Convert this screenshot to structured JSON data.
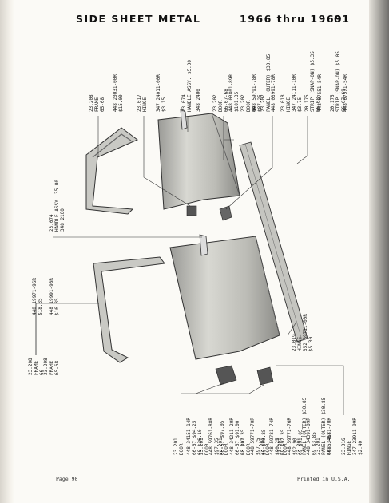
{
  "header": {
    "title": "SIDE SHEET METAL",
    "years": "1966 thru 1969",
    "section": "01"
  },
  "footer": {
    "page": "Page 90",
    "printed": "Printed in U.S.A."
  },
  "labels": [
    {
      "id": "l01",
      "lines": [
        "23.208",
        "FRAME",
        "65-68"
      ]
    },
    {
      "id": "l02",
      "lines": [
        "448 20031-00R",
        "$15.00"
      ]
    },
    {
      "id": "l03",
      "lines": [
        "23.017",
        "HINGE"
      ]
    },
    {
      "id": "l04",
      "lines": [
        "347 24011-00R",
        "$3.15"
      ]
    },
    {
      "id": "l05",
      "lines": [
        "23.074",
        "HANDLE ASSY. $5.00"
      ]
    },
    {
      "id": "l06",
      "lines": [
        "348 2400"
      ]
    },
    {
      "id": "l07",
      "lines": [
        "23.202",
        "DOOR",
        "66-67-68"
      ]
    },
    {
      "id": "l08",
      "lines": [
        "448 03801-89R",
        "$101.35"
      ]
    },
    {
      "id": "l09",
      "lines": [
        "23.202",
        "DOOR",
        "69"
      ]
    },
    {
      "id": "l10",
      "lines": [
        "448 59791-78R",
        "$87.25"
      ]
    },
    {
      "id": "l11",
      "lines": [
        "23.202",
        "PANEL (OUTER) $30.85"
      ]
    },
    {
      "id": "l12",
      "lines": [
        "448 03991-78R"
      ]
    },
    {
      "id": "l13",
      "lines": [
        "23.018",
        "HINGE"
      ]
    },
    {
      "id": "l14",
      "lines": [
        "347 24111-10R",
        "$3.75"
      ]
    },
    {
      "id": "l15",
      "lines": [
        "20.175",
        "STRIP (SNAP-ON) $5.35",
        "66-68"
      ]
    },
    {
      "id": "l16",
      "lines": [
        "448 07551-54R"
      ]
    },
    {
      "id": "l17",
      "lines": [
        "20.175",
        "STRIP (SNAP-ON) $5.05",
        "66-67-69"
      ]
    },
    {
      "id": "l18",
      "lines": [
        "448 07571-54R"
      ]
    },
    {
      "id": "l19",
      "lines": [
        "23.074",
        "HANDLE ASSY. 35.00"
      ]
    },
    {
      "id": "l20",
      "lines": [
        "348 2100"
      ]
    },
    {
      "id": "l21",
      "lines": [
        "448 19971-96R",
        "$18.35"
      ]
    },
    {
      "id": "l22",
      "lines": [
        "448 19991-98R",
        "$16.35"
      ]
    },
    {
      "id": "l23",
      "lines": [
        "23.208",
        "FRAME",
        "66"
      ]
    },
    {
      "id": "l24",
      "lines": [
        "23.208",
        "FRAME",
        "65-68"
      ]
    },
    {
      "id": "l25",
      "lines": [
        "23.019",
        "HINGE"
      ]
    },
    {
      "id": "l26",
      "lines": [
        "352 89711-00R",
        "$5.30"
      ]
    },
    {
      "id": "l27",
      "lines": [
        "23.201",
        "DOOR"
      ]
    },
    {
      "id": "l28",
      "lines": [
        "448 34151-14R",
        "66-67 $94.25",
        "68 $36.10"
      ]
    },
    {
      "id": "l29",
      "lines": [
        "23.201",
        "DOOR"
      ]
    },
    {
      "id": "l30",
      "lines": [
        "448 59761-88R",
        "$97.35",
        "66-67 $97.05"
      ]
    },
    {
      "id": "l31",
      "lines": [
        "23.201",
        "DOOR"
      ]
    },
    {
      "id": "l32",
      "lines": [
        "448 34211-20R",
        "66-67 $91.00",
        "68 $97.35"
      ]
    },
    {
      "id": "l33",
      "lines": [
        "23.201",
        "DOOR"
      ]
    },
    {
      "id": "l34",
      "lines": [
        "448 59771-70R",
        "$97.75",
        "69 $99.85"
      ]
    },
    {
      "id": "l35",
      "lines": [
        "23.201",
        "DOOR"
      ]
    },
    {
      "id": "l36",
      "lines": [
        "448 59781-74R",
        "$90.25",
        "69 $92.35"
      ]
    },
    {
      "id": "l37",
      "lines": [
        "23.201",
        "DOOR"
      ]
    },
    {
      "id": "l38",
      "lines": [
        "448 59771-76R",
        "$92.90",
        "69 $91.05"
      ]
    },
    {
      "id": "l39",
      "lines": [
        "23.201",
        "PANEL (OUTER) $30.85"
      ]
    },
    {
      "id": "l40",
      "lines": [
        "448 34391-09R",
        "69 $3.85"
      ]
    },
    {
      "id": "l41",
      "lines": [
        "23.201",
        "PANEL (OUTER) $30.85",
        "66-67-68"
      ]
    },
    {
      "id": "l42",
      "lines": [
        "448 34171-70R"
      ]
    },
    {
      "id": "l43",
      "lines": [
        "23.016",
        "HINGE"
      ]
    },
    {
      "id": "l44",
      "lines": [
        "347 23911-99R",
        "$2.40"
      ]
    }
  ]
}
